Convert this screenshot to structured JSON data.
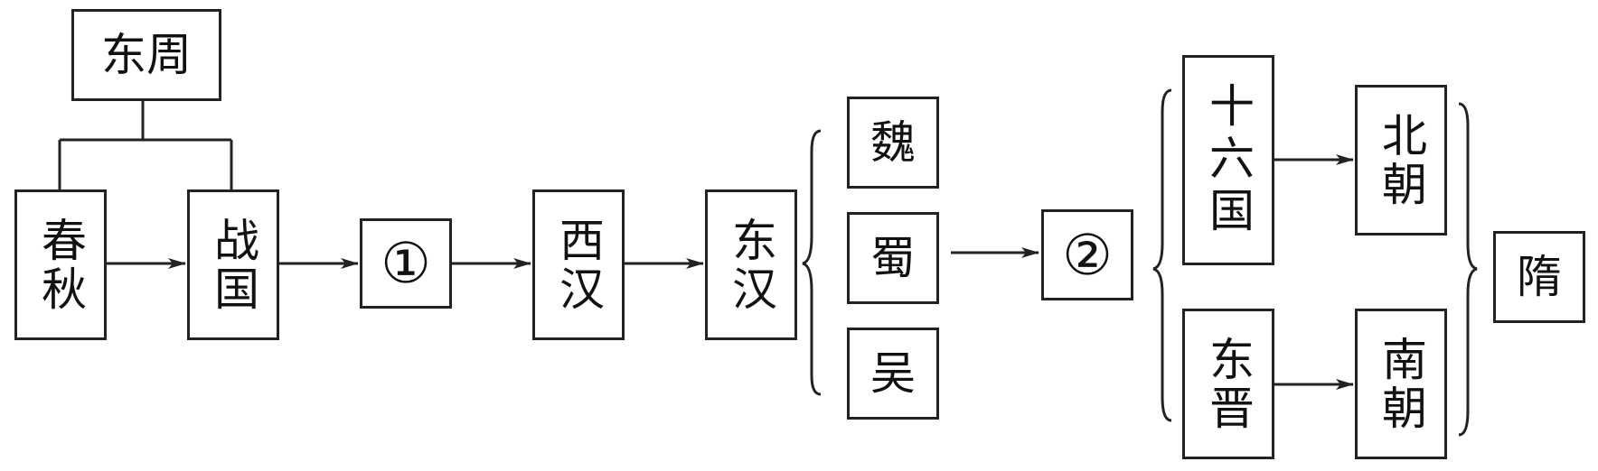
{
  "diagram": {
    "nodes": {
      "dongzhou": "东周",
      "chunqiu": "春秋",
      "zhanguo": "战国",
      "blank1": "①",
      "xihan": "西汉",
      "donghan": "东汉",
      "wei": "魏",
      "shu": "蜀",
      "wu": "吴",
      "blank2": "②",
      "shiliuguo": "十六国",
      "dongjin": "东晋",
      "beichao": "北朝",
      "nanchao": "南朝",
      "sui": "隋"
    },
    "colors": {
      "line": "#222222",
      "text": "#111111"
    }
  }
}
